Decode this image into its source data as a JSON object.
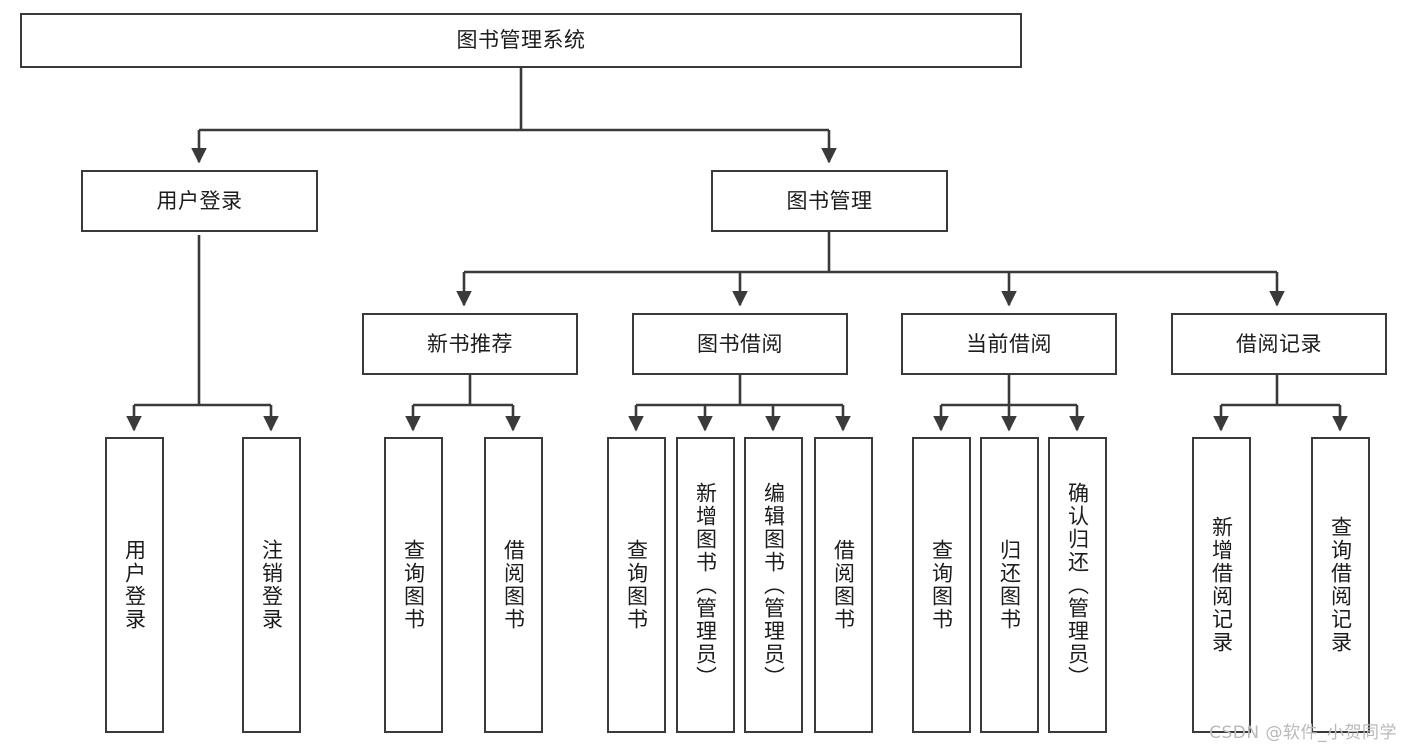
{
  "diagram": {
    "type": "tree-hierarchy",
    "title": "图书管理系统",
    "orientation": "top-down",
    "edge_color": "#3a3a3a",
    "node_border_color": "#3a3a3a",
    "node_fill_color": "#ffffff",
    "text_color": "#1c1c1c",
    "watermark": "CSDN @软件_小贺同学",
    "watermark_color": "#b9b9b9"
  },
  "nodes": {
    "root": {
      "label": "图书管理系统",
      "level": 0
    },
    "level1": [
      {
        "id": "user-login",
        "label": "用户登录",
        "level": 1
      },
      {
        "id": "book-manage",
        "label": "图书管理",
        "level": 1
      }
    ],
    "level2": [
      {
        "id": "new-book-recommend",
        "label": "新书推荐",
        "level": 2,
        "parent": "book-manage"
      },
      {
        "id": "book-borrow",
        "label": "图书借阅",
        "level": 2,
        "parent": "book-manage"
      },
      {
        "id": "current-borrow",
        "label": "当前借阅",
        "level": 2,
        "parent": "book-manage"
      },
      {
        "id": "borrow-record",
        "label": "借阅记录",
        "level": 2,
        "parent": "book-manage"
      }
    ],
    "leaves": [
      {
        "id": "leaf-user-login",
        "label": "用户登录",
        "parent": "user-login"
      },
      {
        "id": "leaf-logout-login",
        "label": "注销登录",
        "parent": "user-login"
      },
      {
        "id": "leaf-query-book-1",
        "label": "查询图书",
        "parent": "new-book-recommend"
      },
      {
        "id": "leaf-borrow-book-1",
        "label": "借阅图书",
        "parent": "new-book-recommend"
      },
      {
        "id": "leaf-query-book-2",
        "label": "查询图书",
        "parent": "book-borrow"
      },
      {
        "id": "leaf-add-book",
        "label": "新增图书（管理员）",
        "parent": "book-borrow"
      },
      {
        "id": "leaf-edit-book",
        "label": "编辑图书（管理员）",
        "parent": "book-borrow"
      },
      {
        "id": "leaf-borrow-book-2",
        "label": "借阅图书",
        "parent": "book-borrow"
      },
      {
        "id": "leaf-query-book-3",
        "label": "查询图书",
        "parent": "current-borrow"
      },
      {
        "id": "leaf-return-book",
        "label": "归还图书",
        "parent": "current-borrow"
      },
      {
        "id": "leaf-confirm-return",
        "label": "确认归还（管理员）",
        "parent": "current-borrow"
      },
      {
        "id": "leaf-add-record",
        "label": "新增借阅记录",
        "parent": "borrow-record"
      },
      {
        "id": "leaf-query-record",
        "label": "查询借阅记录",
        "parent": "borrow-record"
      }
    ]
  }
}
